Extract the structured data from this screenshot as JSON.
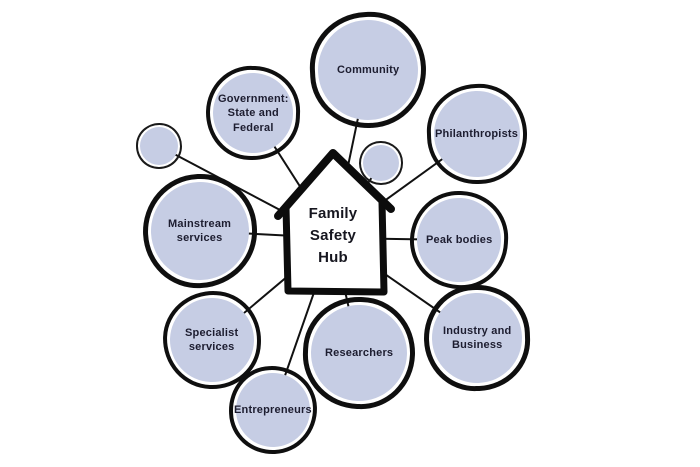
{
  "diagram": {
    "title": "Family Safety Hub stakeholder map",
    "hub": {
      "label": "Family\nSafety\nHub",
      "shape": "house"
    },
    "nodes": [
      {
        "id": "community",
        "label": "Community"
      },
      {
        "id": "government",
        "label": "Government:\nState and\nFederal"
      },
      {
        "id": "philanthropists",
        "label": "Philanthropists"
      },
      {
        "id": "peak-bodies",
        "label": "Peak bodies"
      },
      {
        "id": "industry-business",
        "label": "Industry and\nBusiness"
      },
      {
        "id": "researchers",
        "label": "Researchers"
      },
      {
        "id": "entrepreneurs",
        "label": "Entrepreneurs"
      },
      {
        "id": "specialist-services",
        "label": "Specialist\nservices"
      },
      {
        "id": "mainstream-services",
        "label": "Mainstream\nservices"
      }
    ],
    "unlabeled_small_nodes": 2,
    "colors": {
      "node_fill": "#c6cde4",
      "outline": "#0f0f0f",
      "text": "#1d1d30",
      "background": "#ffffff"
    }
  }
}
